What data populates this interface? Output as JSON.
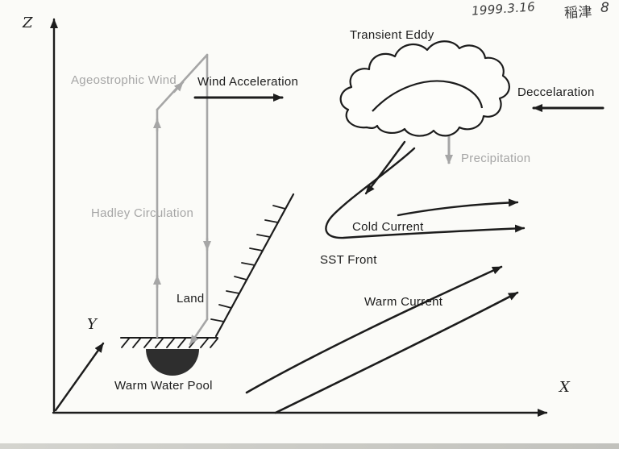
{
  "meta": {
    "handwritten_date": "1999.3.16",
    "handwritten_name": "稲津",
    "handwritten_number": "8"
  },
  "axes": {
    "z": "Z",
    "y": "Y",
    "x": "X"
  },
  "labels": {
    "ageostrophic_wind": "Ageostrophic Wind",
    "wind_acceleration": "Wind Acceleration",
    "transient_eddy": "Transient Eddy",
    "deceleration": "Deccelaration",
    "precipitation": "Precipitation",
    "hadley_circulation": "Hadley Circulation",
    "cold_current": "Cold Current",
    "sst_front": "SST Front",
    "warm_current": "Warm Current",
    "land": "Land",
    "warm_water_pool": "Warm Water Pool"
  },
  "colors": {
    "ink": "#1c1c1c",
    "gray": "#a6a6a6",
    "pool_fill": "#2e2e2e",
    "paper": "#fbfbf8"
  }
}
